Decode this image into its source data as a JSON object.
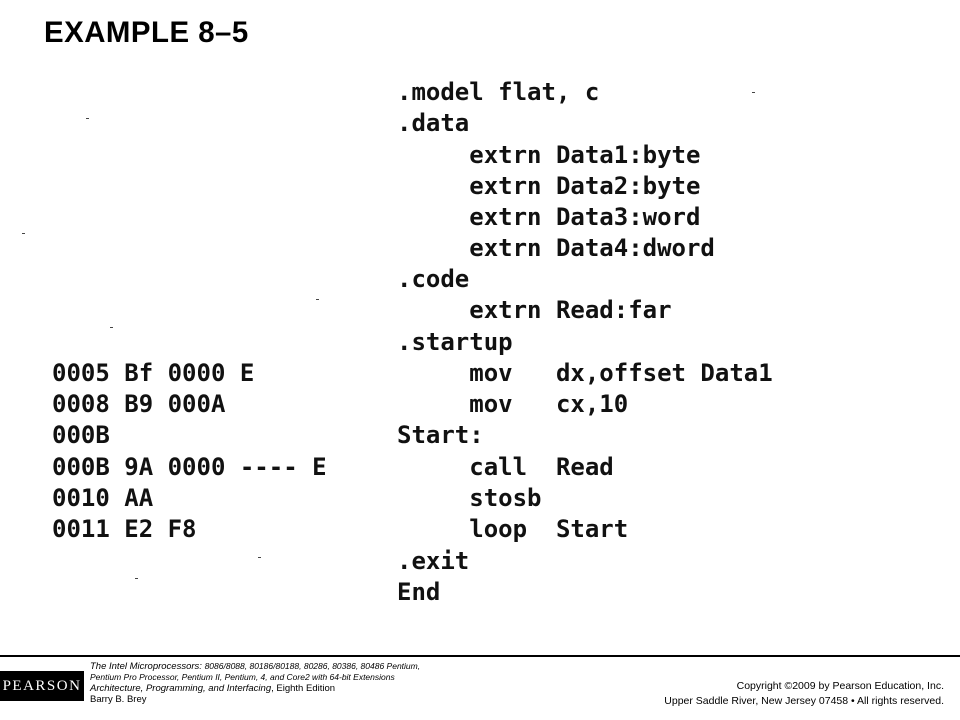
{
  "slide": {
    "title": "EXAMPLE 8–5"
  },
  "listing": {
    "left_column": [
      "0005 Bf 0000 E",
      "0008 B9 000A",
      "000B",
      "000B 9A 0000 ---- E",
      "0010 AA",
      "0011 E2 F8"
    ],
    "right_column": [
      ".model flat, c",
      ".data",
      "     extrn Data1:byte",
      "     extrn Data2:byte",
      "     extrn Data3:word",
      "     extrn Data4:dword",
      ".code",
      "     extrn Read:far",
      ".startup",
      "     mov   dx,offset Data1",
      "     mov   cx,10",
      "Start:",
      "     call  Read",
      "     stosb",
      "     loop  Start",
      ".exit",
      "End"
    ]
  },
  "footer": {
    "logo_text": "PEARSON",
    "book_line1_title": "The Intel Microprocessors: ",
    "book_line1_models": "8086/8088, 80186/80188, 80286, 80386, 80486 Pentium,",
    "book_line2": "Pentium Pro Processor, Pentium II, Pentium, 4, and Core2 with 64-bit Extensions",
    "book_line3_title": "Architecture, Programming, and Interfacing",
    "book_line3_edition": ", Eighth Edition",
    "book_line4": "Barry B. Brey",
    "copyright_line1": "Copyright ©2009 by Pearson Education, Inc.",
    "copyright_line2": "Upper Saddle River, New Jersey 07458 • All rights reserved."
  }
}
